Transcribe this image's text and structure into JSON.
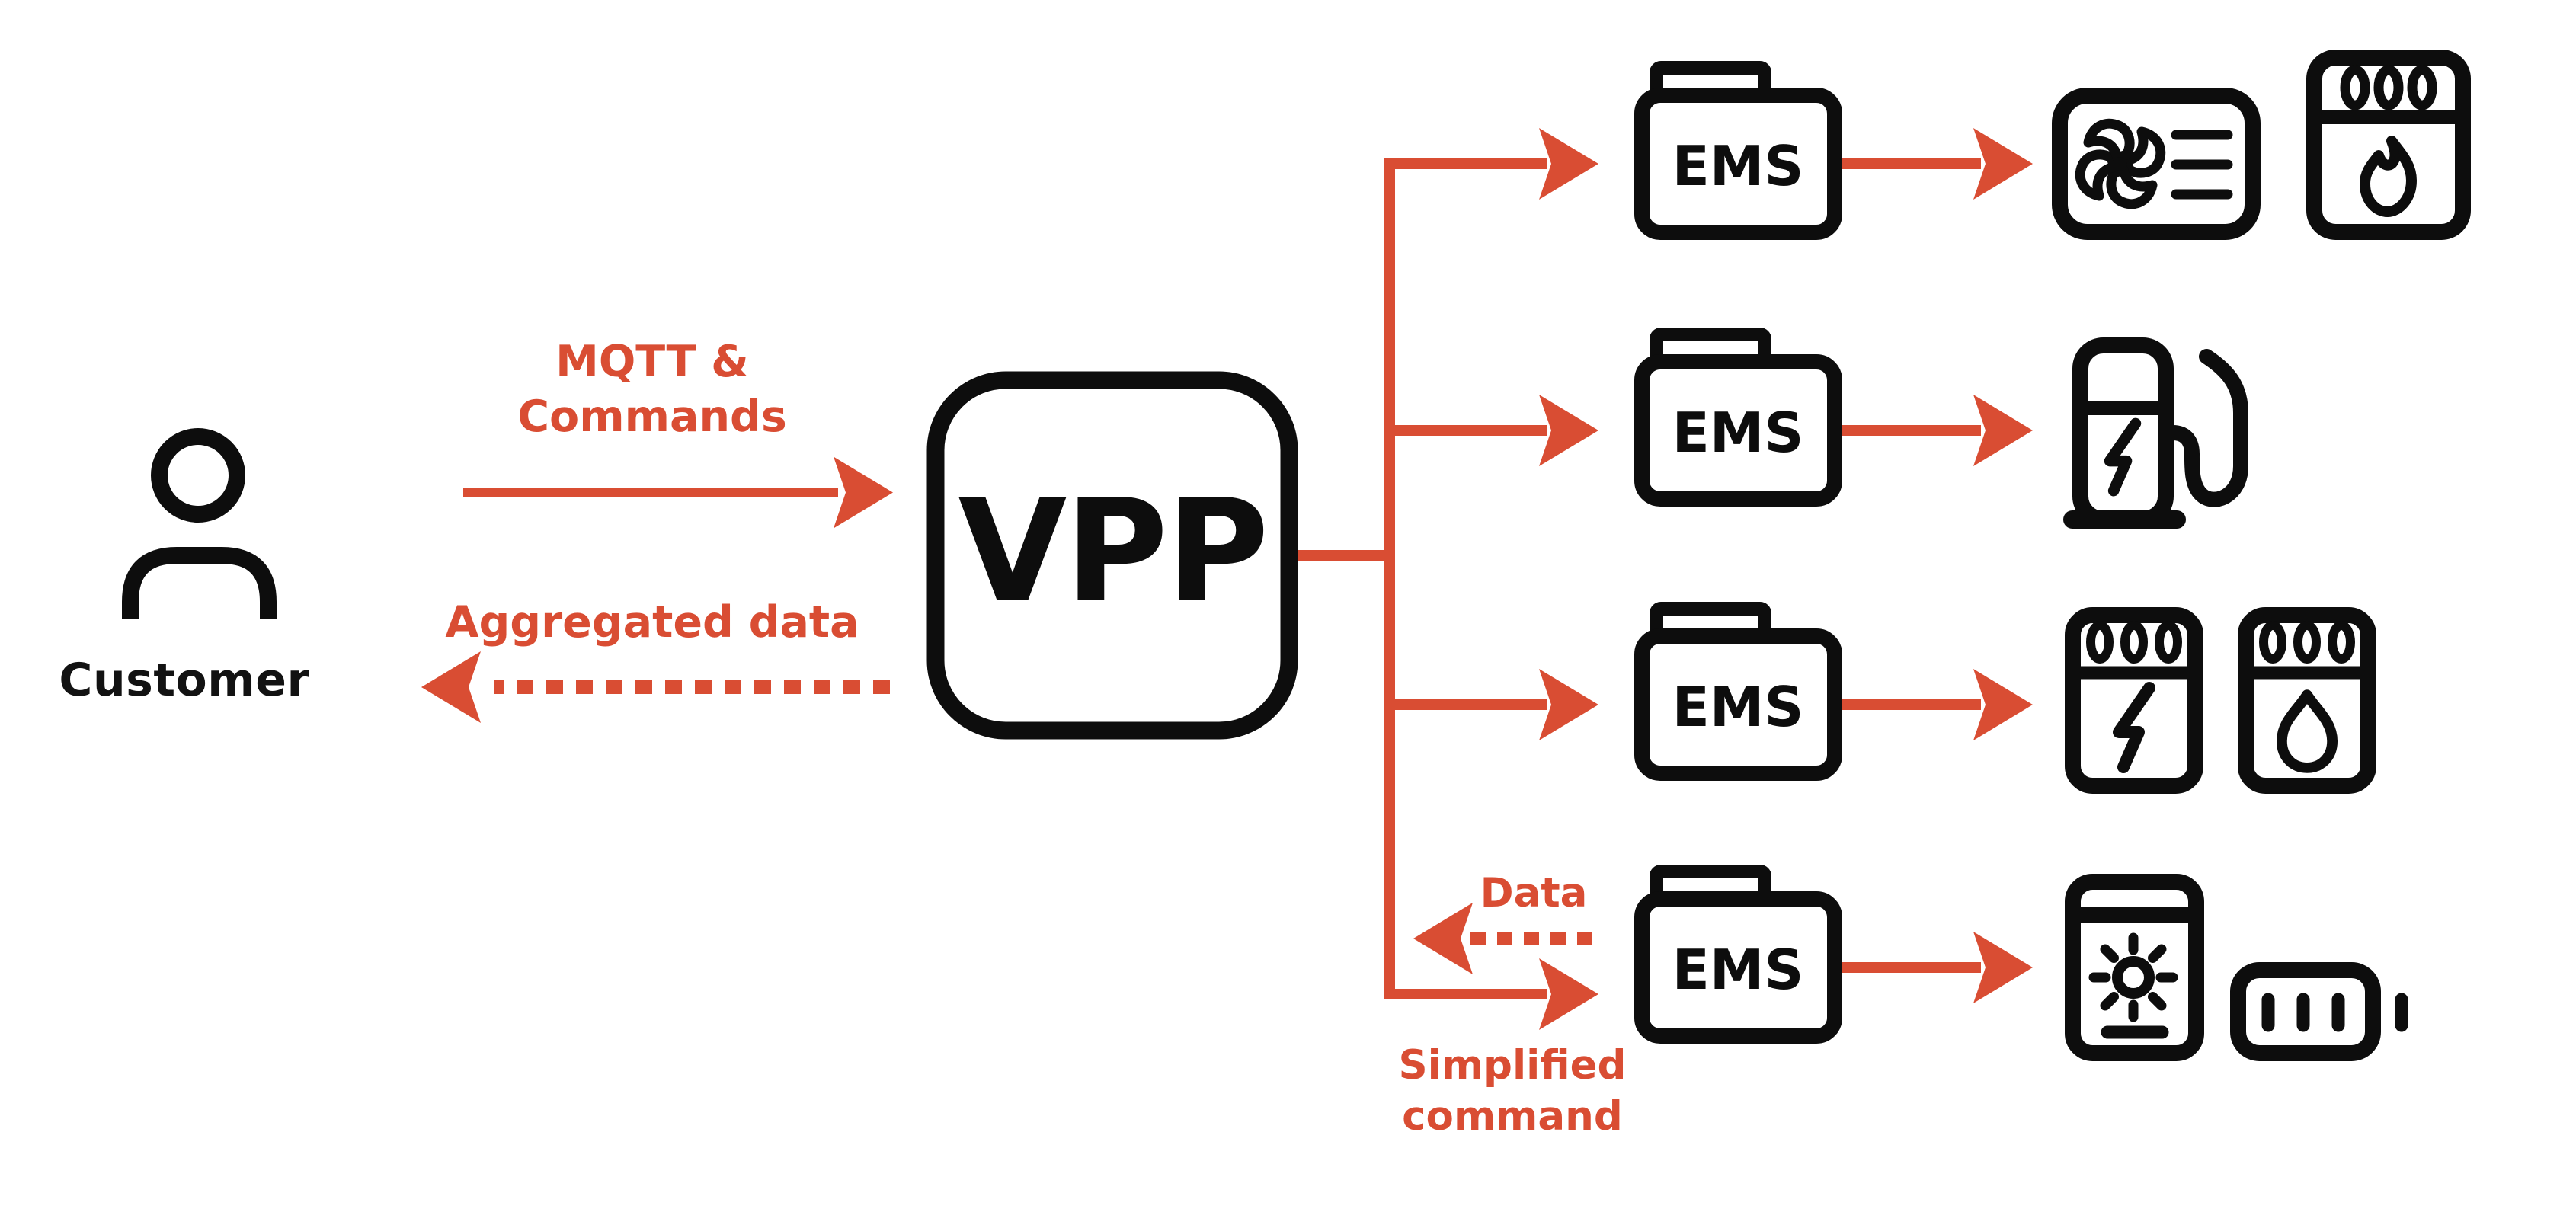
{
  "colors": {
    "accent": "#D94D33",
    "ink": "#0D0D0D",
    "background": "#FFFFFF"
  },
  "customer": {
    "label": "Customer",
    "icon": "person-icon"
  },
  "vpp": {
    "label": "VPP"
  },
  "links": {
    "customer_to_vpp": {
      "label": "MQTT &\nCommands",
      "style": "solid-arrow-right"
    },
    "vpp_to_customer": {
      "label": "Aggregated data",
      "style": "dotted-arrow-left"
    },
    "ems_to_vpp_data": {
      "label": "Data",
      "style": "dotted-arrow-left"
    },
    "vpp_to_ems_command": {
      "label": "Simplified\ncommand",
      "style": "solid-arrow-right"
    }
  },
  "ems_nodes": [
    {
      "label": "EMS",
      "devices": [
        "hvac-unit-icon",
        "gas-heater-icon"
      ]
    },
    {
      "label": "EMS",
      "devices": [
        "ev-charger-icon"
      ]
    },
    {
      "label": "EMS",
      "devices": [
        "electric-water-heater-icon",
        "hot-water-heater-icon"
      ]
    },
    {
      "label": "EMS",
      "devices": [
        "solar-inverter-icon",
        "home-battery-icon"
      ]
    }
  ]
}
